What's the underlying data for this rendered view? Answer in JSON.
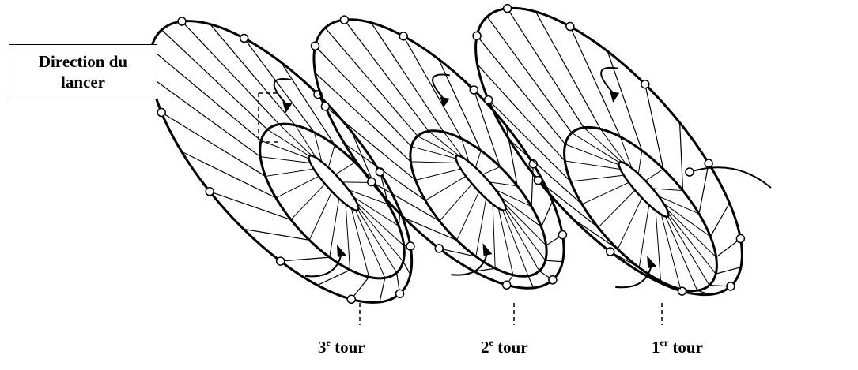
{
  "direction_label": {
    "line1": "Direction du",
    "line2": "lancer"
  },
  "tours": [
    {
      "num": "3",
      "sup": "e",
      "word": "tour"
    },
    {
      "num": "2",
      "sup": "e",
      "word": "tour"
    },
    {
      "num": "1",
      "sup": "er",
      "word": "tour"
    }
  ],
  "colors": {
    "ink": "#000000",
    "background": "#ffffff"
  }
}
